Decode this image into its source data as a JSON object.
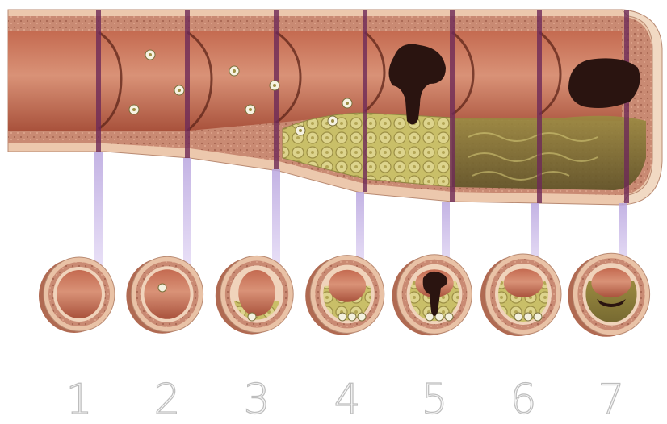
{
  "stage_labels": [
    "1",
    "2",
    "3",
    "4",
    "5",
    "6",
    "7"
  ],
  "colors": {
    "lumen": "#b45a43",
    "lumen_light": "#d48468",
    "wall_outer": "#e9c2a6",
    "wall_tissue": "#c98a73",
    "plaque_fatty": "#c8bf6a",
    "plaque_fibrous": "#8a7a3a",
    "thrombus": "#2a1410",
    "connector": "#c9b8e6",
    "stage_divider": "#6e2a58",
    "background": "#ffffff"
  },
  "stages": [
    {
      "label": "1",
      "plaque_level": 0.0,
      "foam_cells": 0,
      "thrombus": false
    },
    {
      "label": "2",
      "plaque_level": 0.0,
      "foam_cells": 1,
      "thrombus": false
    },
    {
      "label": "3",
      "plaque_level": 0.05,
      "foam_cells": 1,
      "thrombus": false
    },
    {
      "label": "4",
      "plaque_level": 0.35,
      "foam_cells": 6,
      "thrombus": false
    },
    {
      "label": "5",
      "plaque_level": 0.45,
      "foam_cells": 8,
      "thrombus": true
    },
    {
      "label": "6",
      "plaque_level": 0.45,
      "foam_cells": 8,
      "thrombus": false
    },
    {
      "label": "7",
      "plaque_level": 0.45,
      "foam_cells": 0,
      "thrombus": true
    }
  ]
}
